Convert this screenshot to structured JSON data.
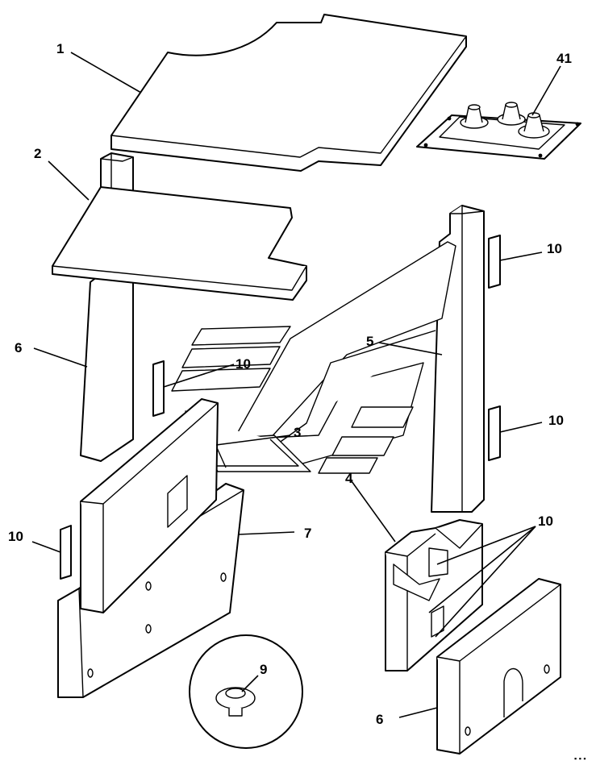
{
  "callouts": {
    "c1": "1",
    "c2": "2",
    "c3": "3",
    "c4": "4",
    "c5": "5",
    "c6a": "6",
    "c6b": "6",
    "c7": "7",
    "c9": "9",
    "c10a": "10",
    "c10b": "10",
    "c10c": "10",
    "c10d": "10",
    "c10e": "10",
    "c41": "41"
  },
  "corner_mark": "▪ ▪ ▪"
}
